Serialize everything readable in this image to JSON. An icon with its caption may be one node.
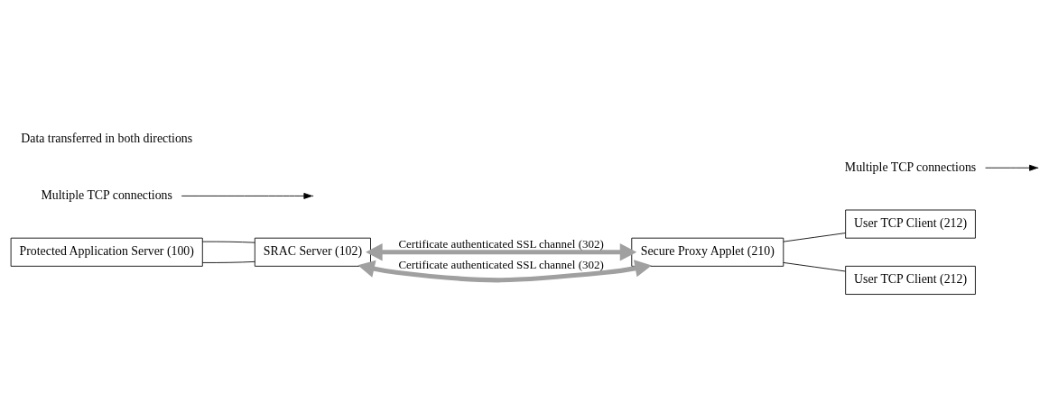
{
  "diagram": {
    "nodes": [
      {
        "text": [
          "Protected Application Server (100)"
        ]
      },
      {
        "text": [
          "SRAC Server (102)"
        ]
      },
      {
        "text": [
          "Secure Proxy Applet (210)"
        ]
      },
      {
        "text": [
          "User TCP Client (212)"
        ]
      },
      {
        "text": [
          "User TCP Client (212)"
        ]
      },
      {
        "text": [
          "Multiple TCP connections"
        ]
      },
      {
        "text": [
          "Multiple TCP connections"
        ]
      }
    ],
    "edges": [
      {
        "from": 0,
        "to": 1,
        "arrow": "none"
      },
      {
        "from": 0,
        "to": 1,
        "arrow": "none"
      },
      {
        "from": 1,
        "to": 2,
        "arrow": "both",
        "label": "Certificate authenticated SSL channel (302)",
        "style": "thick",
        "color": "#a0a0a0"
      },
      {
        "from": 1,
        "to": 2,
        "arrow": "both",
        "label": "Certificate authenticated SSL channel (302)",
        "style": "thick",
        "color": "#a0a0a0"
      },
      {
        "from": 2,
        "to": 3,
        "arrow": "none"
      },
      {
        "from": 2,
        "to": 4,
        "arrow": "none"
      },
      {
        "from": 5,
        "to": null,
        "arrow": "to"
      },
      {
        "from": 6,
        "to": null,
        "arrow": "to"
      }
    ],
    "labels": [
      "Data transferred in both directions"
    ]
  }
}
